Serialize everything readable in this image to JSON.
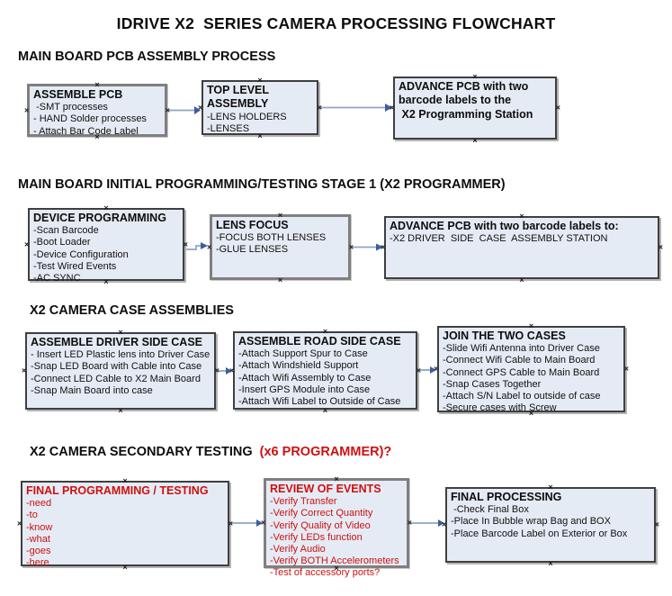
{
  "title": "IDRIVE X2  SERIES CAMERA PROCESSING FLOWCHART",
  "icons": {
    "connection_point": "×"
  },
  "colors": {
    "box_fill": "#e5ebf4",
    "box_border": "#3f3f3f",
    "red_text": "#cc1111",
    "connector_line": "#8fa5c5",
    "connector_arrowhead": "#3b5ea0"
  },
  "sections": [
    {
      "header": "MAIN BOARD PCB ASSEMBLY PROCESS",
      "boxes": [
        {
          "title": "ASSEMBLE PCB",
          "lines": [
            " -SMT processes",
            "- HAND Solder processes",
            "- Attach Bar Code Label"
          ]
        },
        {
          "title": "TOP LEVEL ASSEMBLY",
          "lines": [
            "-LENS HOLDERS",
            "-LENSES"
          ]
        },
        {
          "title": "ADVANCE PCB with two barcode labels to the\n X2 Programming Station",
          "lines": []
        }
      ]
    },
    {
      "header": "MAIN BOARD INITIAL PROGRAMMING/TESTING STAGE 1 (X2 PROGRAMMER)",
      "boxes": [
        {
          "title": "DEVICE PROGRAMMING",
          "lines": [
            "-Scan Barcode",
            "-Boot Loader",
            "-Device Configuration",
            "-Test Wired Events",
            "-AC SYNC"
          ]
        },
        {
          "title": "LENS FOCUS",
          "lines": [
            "-FOCUS BOTH LENSES",
            "-GLUE LENSES"
          ]
        },
        {
          "title": "ADVANCE PCB with two barcode labels to:",
          "lines": [
            "-X2 DRIVER  SIDE  CASE  ASSEMBLY STATION"
          ]
        }
      ]
    },
    {
      "header": "X2 CAMERA CASE ASSEMBLIES",
      "boxes": [
        {
          "title": "ASSEMBLE DRIVER SIDE CASE",
          "lines": [
            "- Insert LED Plastic lens into Driver Case",
            "-Snap LED Board with Cable into Case",
            "-Connect LED Cable to X2 Main Board",
            "-Snap Main Board into case"
          ]
        },
        {
          "title": "ASSEMBLE ROAD SIDE CASE",
          "lines": [
            "-Attach Support Spur to Case",
            "-Attach Windshield Support",
            "-Attach Wifi Assembly to Case",
            "-Insert GPS Module into Case",
            "-Attach Wifi Label to Outside of Case"
          ]
        },
        {
          "title": "JOIN THE TWO CASES",
          "lines": [
            "-Slide Wifi Antenna into Driver Case",
            "-Connect Wifi Cable to Main Board",
            "-Connect GPS Cable to Main Board",
            "-Snap Cases Together",
            "-Attach S/N Label to outside of case",
            "-Secure cases with Screw"
          ]
        }
      ]
    },
    {
      "header": "X2 CAMERA SECONDARY TESTING ",
      "header_red": " (x6 PROGRAMMER)?",
      "boxes": [
        {
          "title": "FINAL PROGRAMMING / TESTING",
          "lines": [
            "-need",
            "-to",
            "-know",
            "-what",
            "-goes",
            "-here"
          ]
        },
        {
          "title": "REVIEW OF EVENTS",
          "lines": [
            "-Verify Transfer",
            "-Verify Correct Quantity",
            "-Verify Quality of Video",
            "-Verify LEDs function",
            "-Verify Audio",
            "-Verify BOTH Accelerometers",
            "-Test of accessory ports?"
          ]
        },
        {
          "title": "FINAL PROCESSING",
          "lines": [
            " -Check Final Box",
            "-Place In Bubble wrap Bag and BOX",
            "-Place Barcode Label on Exterior or Box"
          ]
        }
      ]
    }
  ]
}
